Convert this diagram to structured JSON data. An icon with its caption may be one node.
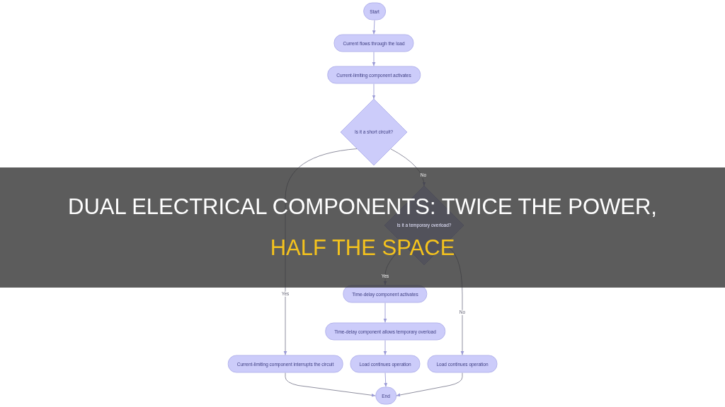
{
  "diagram": {
    "title": "DUAL ELECTRICAL COMPONENTS: TWICE THE POWER, HALF THE SPACE",
    "nodes": [
      {
        "text": [
          "Start"
        ]
      },
      {
        "text": [
          "Current flows through the load"
        ]
      },
      {
        "text": [
          "Current-limiting component activates"
        ]
      },
      {
        "text": [
          "Is it a short circuit?"
        ]
      },
      {
        "text": [
          "Is it a temporary overload?"
        ]
      },
      {
        "text": [
          "Time-delay component activates"
        ]
      },
      {
        "text": [
          "Time-delay component allows temporary overload"
        ]
      },
      {
        "text": [
          "Current-limiting component interrupts the circuit"
        ]
      },
      {
        "text": [
          "Load continues operation"
        ]
      },
      {
        "text": [
          "Load continues operation"
        ]
      },
      {
        "text": [
          "End"
        ]
      }
    ],
    "edges": [
      {
        "from": 0,
        "to": 1,
        "arrow": "to"
      },
      {
        "from": 1,
        "to": 2,
        "arrow": "to"
      },
      {
        "from": 2,
        "to": 3,
        "arrow": "to"
      },
      {
        "from": 3,
        "to": 7,
        "arrow": "to",
        "label": "Yes"
      },
      {
        "from": 3,
        "to": 4,
        "arrow": "to",
        "label": "No"
      },
      {
        "from": 4,
        "to": 5,
        "arrow": "to",
        "label": "Yes"
      },
      {
        "from": 4,
        "to": 9,
        "arrow": "to",
        "label": "No"
      },
      {
        "from": 5,
        "to": 6,
        "arrow": "to"
      },
      {
        "from": 6,
        "to": 8,
        "arrow": "to"
      },
      {
        "from": 7,
        "to": 10,
        "arrow": "to"
      },
      {
        "from": 8,
        "to": 10,
        "arrow": "to"
      },
      {
        "from": 9,
        "to": 10,
        "arrow": "to"
      }
    ]
  }
}
